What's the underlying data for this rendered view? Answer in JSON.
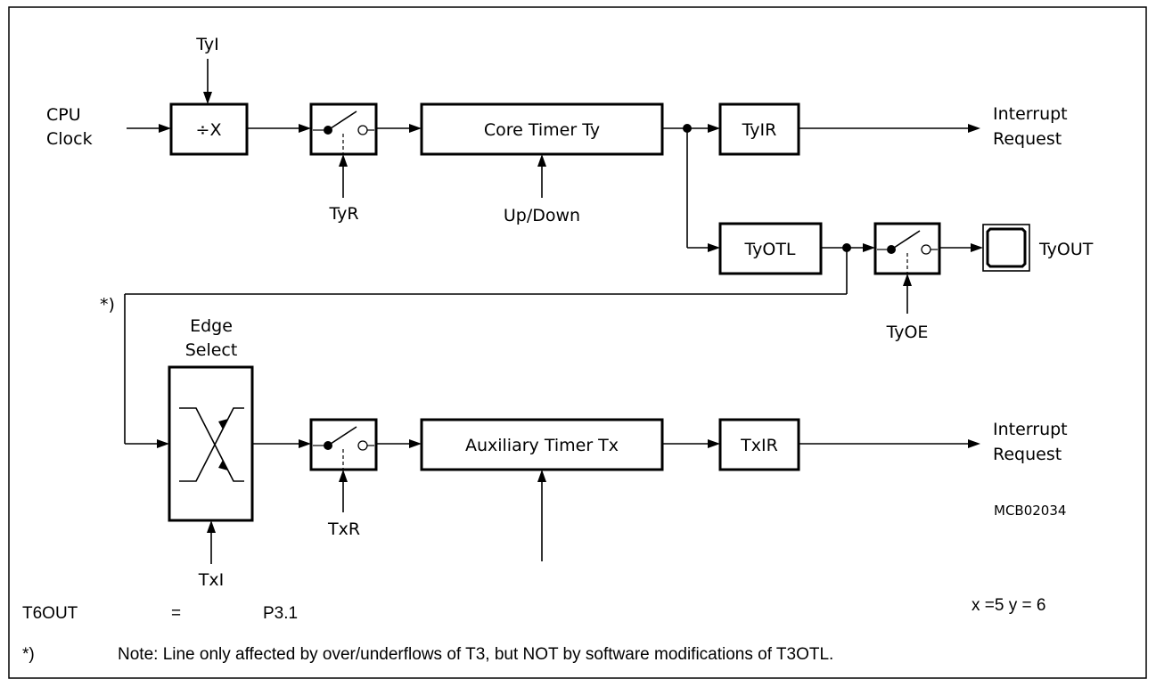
{
  "labels": {
    "cpu_clock_line1": "CPU",
    "cpu_clock_line2": "Clock",
    "tyi": "TyI",
    "prescaler": "÷X",
    "tyr": "TyR",
    "core_timer": "Core Timer Ty",
    "up_down": "Up/Down",
    "tyir": "TyIR",
    "interrupt_line1": "Interrupt",
    "interrupt_line2": "Request",
    "tyotl": "TyOTL",
    "tyout": "TyOUT",
    "tyoe": "TyOE",
    "footnote_mark": "*)",
    "edge_select_line1": "Edge",
    "edge_select_line2": "Select",
    "txi": "TxI",
    "txr": "TxR",
    "aux_timer": "Auxiliary Timer Tx",
    "txir": "TxIR",
    "interrupt2_line1": "Interrupt",
    "interrupt2_line2": "Request",
    "figure_code": "MCB02034"
  },
  "footer": {
    "pin_name": "T6OUT",
    "pin_eq": "=",
    "pin_value": "P3.1",
    "params": "x =5  y = 6",
    "note_mark": "*)",
    "note_text": "Note: Line only affected by over/underflows of T3, but NOT by software modifications of T3OTL."
  }
}
